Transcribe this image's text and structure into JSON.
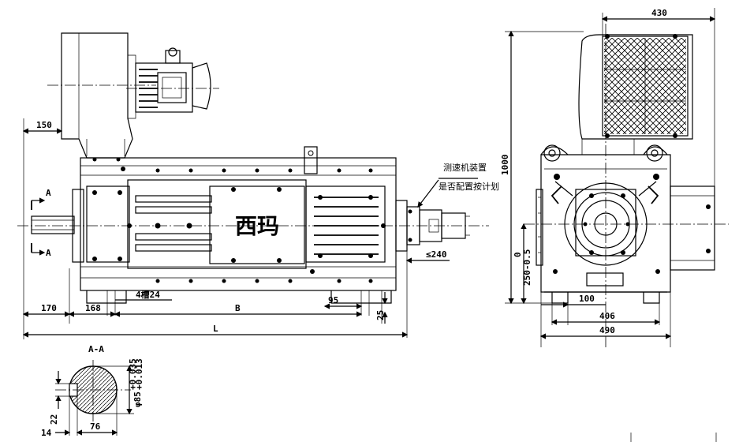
{
  "labels": {
    "dim_150": "150",
    "dim_430": "430",
    "dim_1000": "1000",
    "dim_170": "170",
    "dim_168": "168",
    "dim_4x24": "4槽24",
    "dim_B": "B",
    "dim_95": "95",
    "dim_25": "25",
    "dim_240": "≤240",
    "dim_L": "L",
    "dim_100": "100",
    "dim_406": "406",
    "dim_490": "490",
    "dim_0": "0",
    "dim_250": "250-0.5",
    "dim_14": "14",
    "dim_22": "22",
    "dim_76": "76",
    "dim_phi85": "φ85",
    "dim_tol_up": "+0.035",
    "dim_tol_dn": "+0.013",
    "section_AA": "A-A",
    "mark_A_top": "A",
    "mark_A_bottom": "A",
    "note_line1": "测速机装置",
    "note_line2": "是否配置按计划",
    "brand": "西玛"
  }
}
